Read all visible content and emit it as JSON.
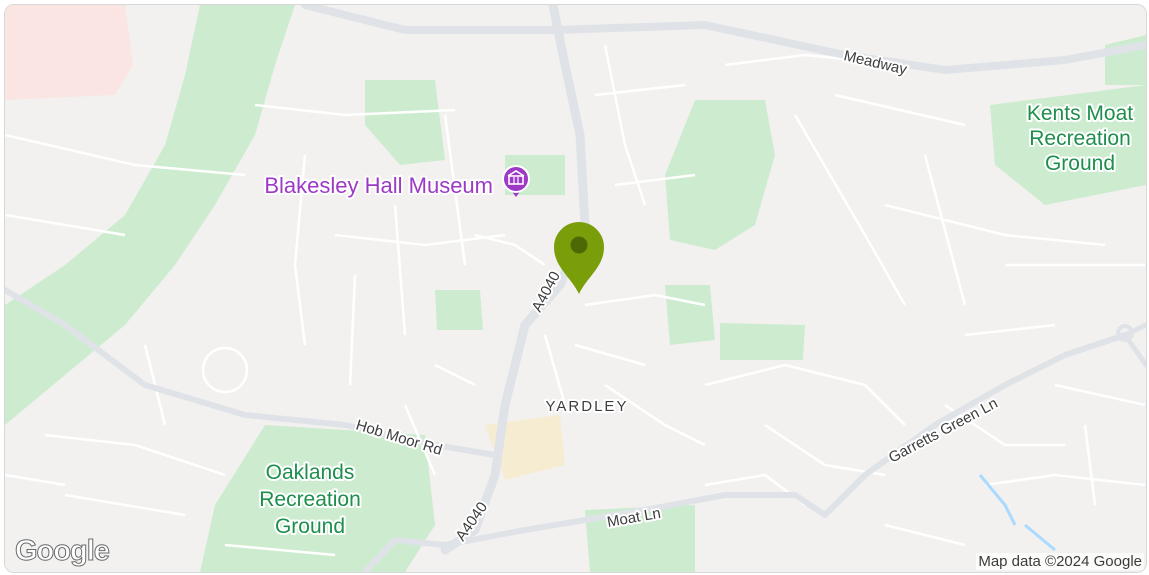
{
  "map": {
    "pois": {
      "museum": "Blakesley Hall Museum"
    },
    "parks": {
      "kents_moat": [
        "Kents Moat",
        "Recreation",
        "Ground"
      ],
      "oaklands": [
        "Oaklands",
        "Recreation",
        "Ground"
      ]
    },
    "roads": {
      "meadway": "Meadway",
      "a4040_north": "A4040",
      "a4040_south": "A4040",
      "hob_moor": "Hob Moor Rd",
      "garretts_green": "Garretts Green Ln",
      "moat_ln": "Moat Ln"
    },
    "areas": {
      "yardley": "YARDLEY"
    },
    "marker": {
      "icon": "location-pin-icon",
      "color": "#7a9e0a"
    },
    "logo": "Google",
    "attribution": "Map data ©2024 Google"
  }
}
